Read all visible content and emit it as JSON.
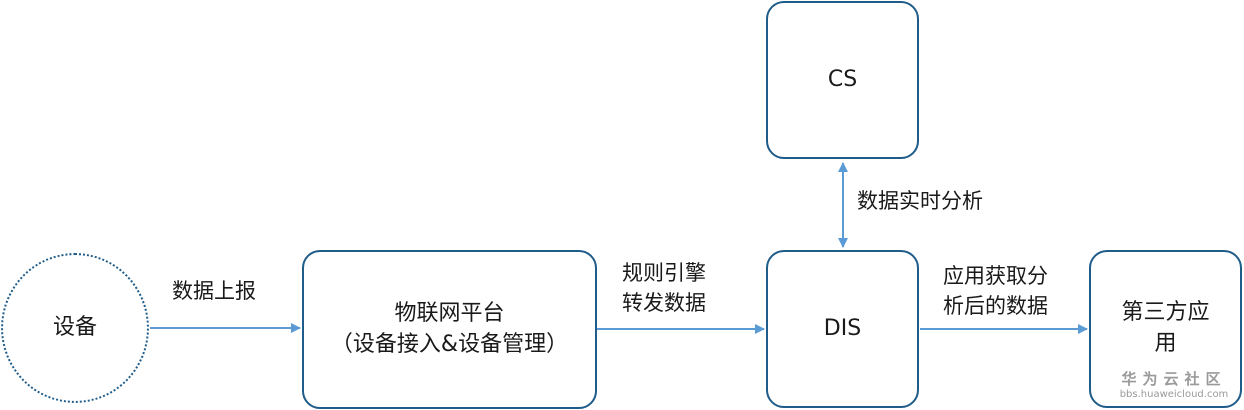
{
  "nodes": {
    "device": "设备",
    "iot_platform": {
      "line1": "物联网平台",
      "line2": "（设备接入&设备管理）"
    },
    "dis": "DIS",
    "cs": "CS",
    "third_party": {
      "line1": "第三方应",
      "line2": "用"
    }
  },
  "edges": {
    "device_to_platform": "数据上报",
    "platform_to_dis": {
      "line1": "规则引擎",
      "line2": "转发数据"
    },
    "cs_dis": "数据实时分析",
    "dis_to_third": {
      "line1": "应用获取分",
      "line2": "析后的数据"
    }
  },
  "watermark": {
    "brand": "华为云社区",
    "url": "bbs.huaweicloud.com"
  },
  "colors": {
    "border": "#1f5c8a",
    "arrow": "#5b9bd5"
  }
}
